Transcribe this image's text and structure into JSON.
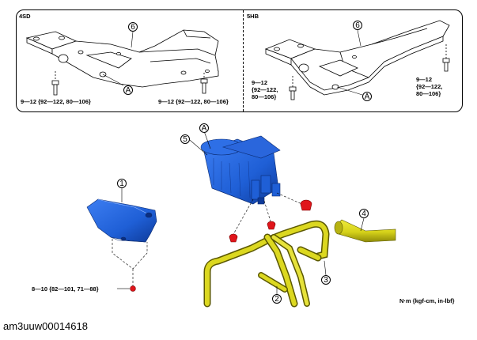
{
  "top_panel": {
    "left": {
      "variant_label": "4SD",
      "part_callout": "6",
      "ref_callout": "A",
      "torque_left": "9—12 {92—122, 80—106}",
      "torque_right": "9—12 {92—122, 80—106}"
    },
    "right": {
      "variant_label": "5HB",
      "part_callout": "6",
      "ref_callout": "A",
      "torque_left_lines": [
        "9—12",
        "{92—122,",
        "80—106}"
      ],
      "torque_right_lines": [
        "9—12",
        "{92—122,",
        "80—106}"
      ]
    }
  },
  "main": {
    "canister_callout": "5",
    "canister_ref": "A",
    "bracket_callout": "1",
    "hose_callout": "4",
    "pipe_callout_2": "2",
    "pipe_callout_3": "3",
    "bracket_torque": "8—10 {82—101, 71—88}",
    "unit_note": "N·m {kgf-cm, in-lbf}"
  },
  "footer": {
    "figure_id": "am3uuw00014618"
  },
  "colors": {
    "canister_blue": "#1f5fd6",
    "hose_yellow": "#d6d21a",
    "clip_red": "#e0151b",
    "line": "#000000"
  }
}
